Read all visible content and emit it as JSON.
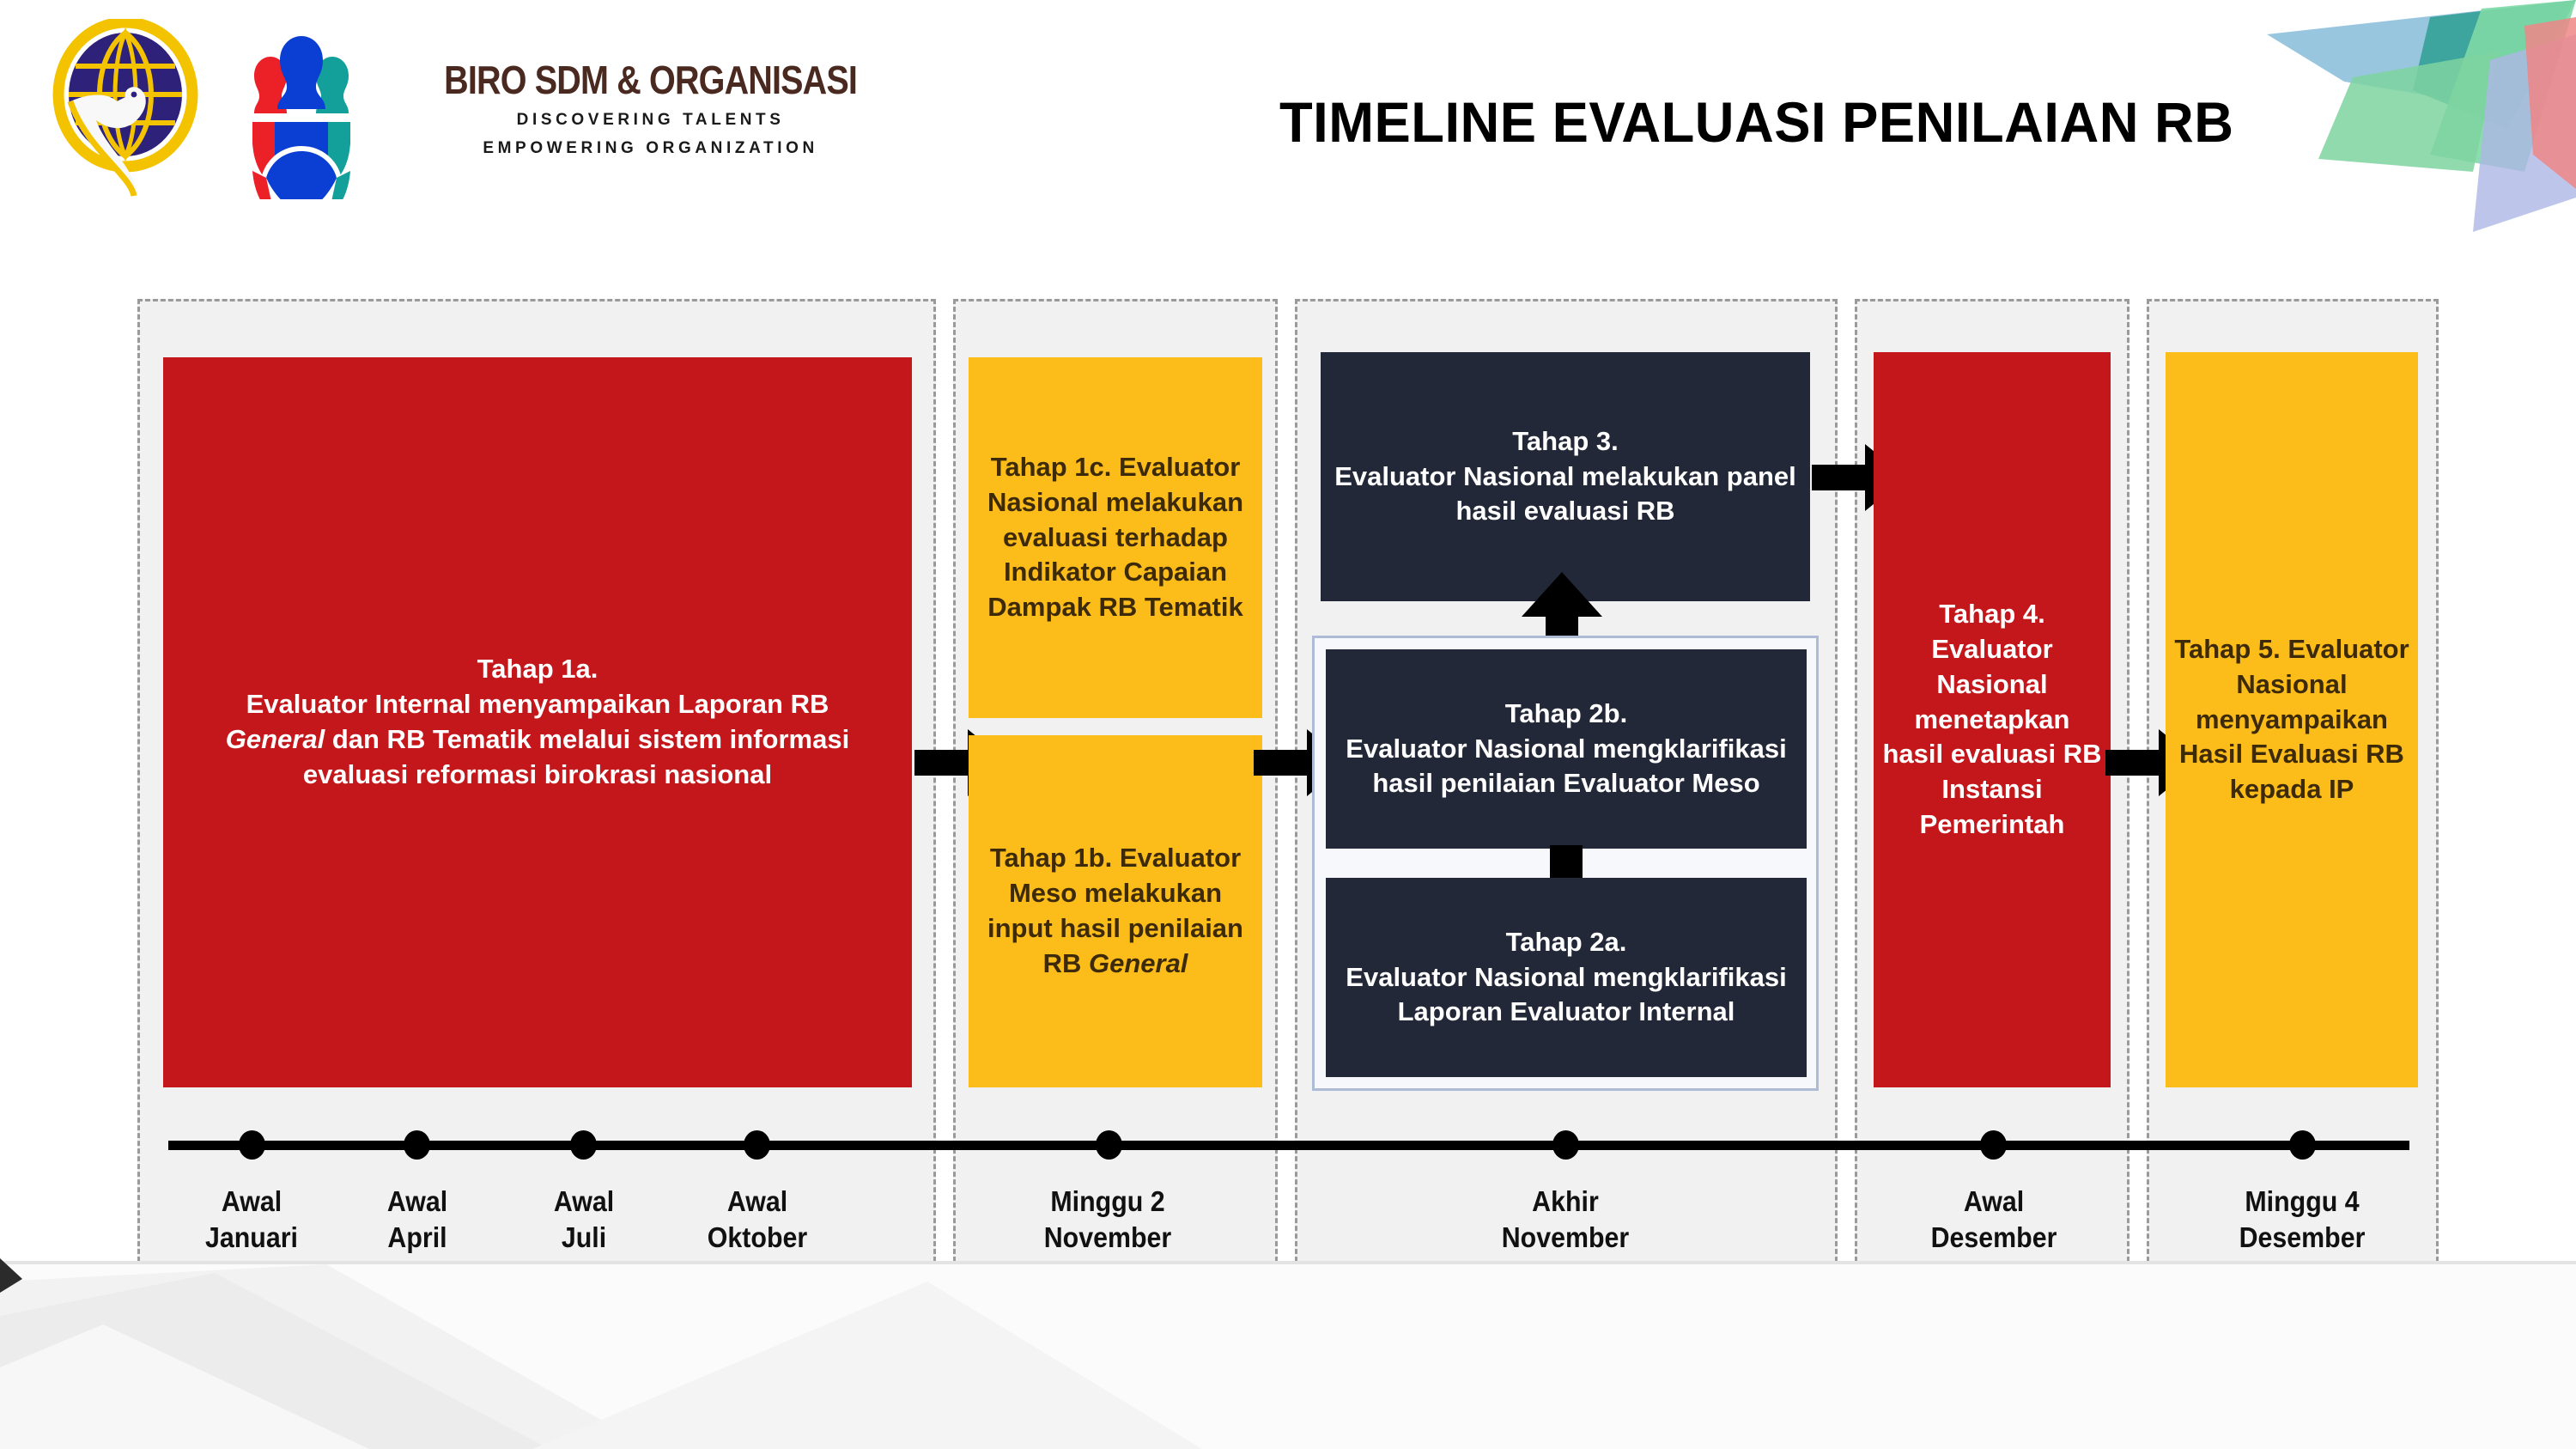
{
  "header": {
    "title": "TIMELINE EVALUASI PENILAIAN RB",
    "logo": {
      "org_name": "BIRO SDM & ORGANISASI",
      "tagline_1": "DISCOVERING TALENTS",
      "tagline_2": "EMPOWERING ORGANIZATION"
    }
  },
  "colors": {
    "red": "#c4171b",
    "yellow": "#fcbd1a",
    "dark": "#232838",
    "column_bg": "#f1f1f1",
    "column_border": "#9a9a9a",
    "group_border": "#aebbd6",
    "timeline": "#000000"
  },
  "diagram": {
    "cards": {
      "tahap_1a": {
        "id": "Tahap 1a.",
        "line1": "Evaluator Internal menyampaikan Laporan RB",
        "line2_italic": "General",
        "line2_rest": " dan RB  Tematik melalui  sistem informasi",
        "line3": "evaluasi reformasi birokrasi nasional"
      },
      "tahap_1c": {
        "id": "Tahap 1c.",
        "body": "Evaluator Nasional melakukan evaluasi terhadap Indikator Capaian Dampak RB Tematik"
      },
      "tahap_1b": {
        "id": "Tahap 1b.",
        "body": "Evaluator Meso melakukan input hasil penilaian RB",
        "italic_tail": "General"
      },
      "tahap_3": {
        "id": "Tahap 3.",
        "body": "Evaluator Nasional melakukan panel hasil evaluasi RB"
      },
      "tahap_2b": {
        "id": "Tahap 2b.",
        "body": "Evaluator Nasional mengklarifikasi hasil penilaian Evaluator Meso"
      },
      "tahap_2a": {
        "id": "Tahap 2a.",
        "body": "Evaluator Nasional mengklarifikasi Laporan Evaluator Internal"
      },
      "tahap_4": {
        "id": "Tahap 4.",
        "body": "Evaluator Nasional menetapkan hasil evaluasi RB Instansi Pemerintah"
      },
      "tahap_5": {
        "id": "Tahap 5.",
        "body": "Evaluator Nasional menyampaikan Hasil Evaluasi RB kepada IP"
      }
    },
    "timeline_labels": [
      {
        "line1": "Awal",
        "line2": "Januari"
      },
      {
        "line1": "Awal",
        "line2": "April"
      },
      {
        "line1": "Awal",
        "line2": "Juli"
      },
      {
        "line1": "Awal",
        "line2": "Oktober"
      },
      {
        "line1": "Minggu 2",
        "line2": "November"
      },
      {
        "line1": "Akhir",
        "line2": "November"
      },
      {
        "line1": "Awal",
        "line2": "Desember"
      },
      {
        "line1": "Minggu 4",
        "line2": "Desember"
      }
    ]
  }
}
